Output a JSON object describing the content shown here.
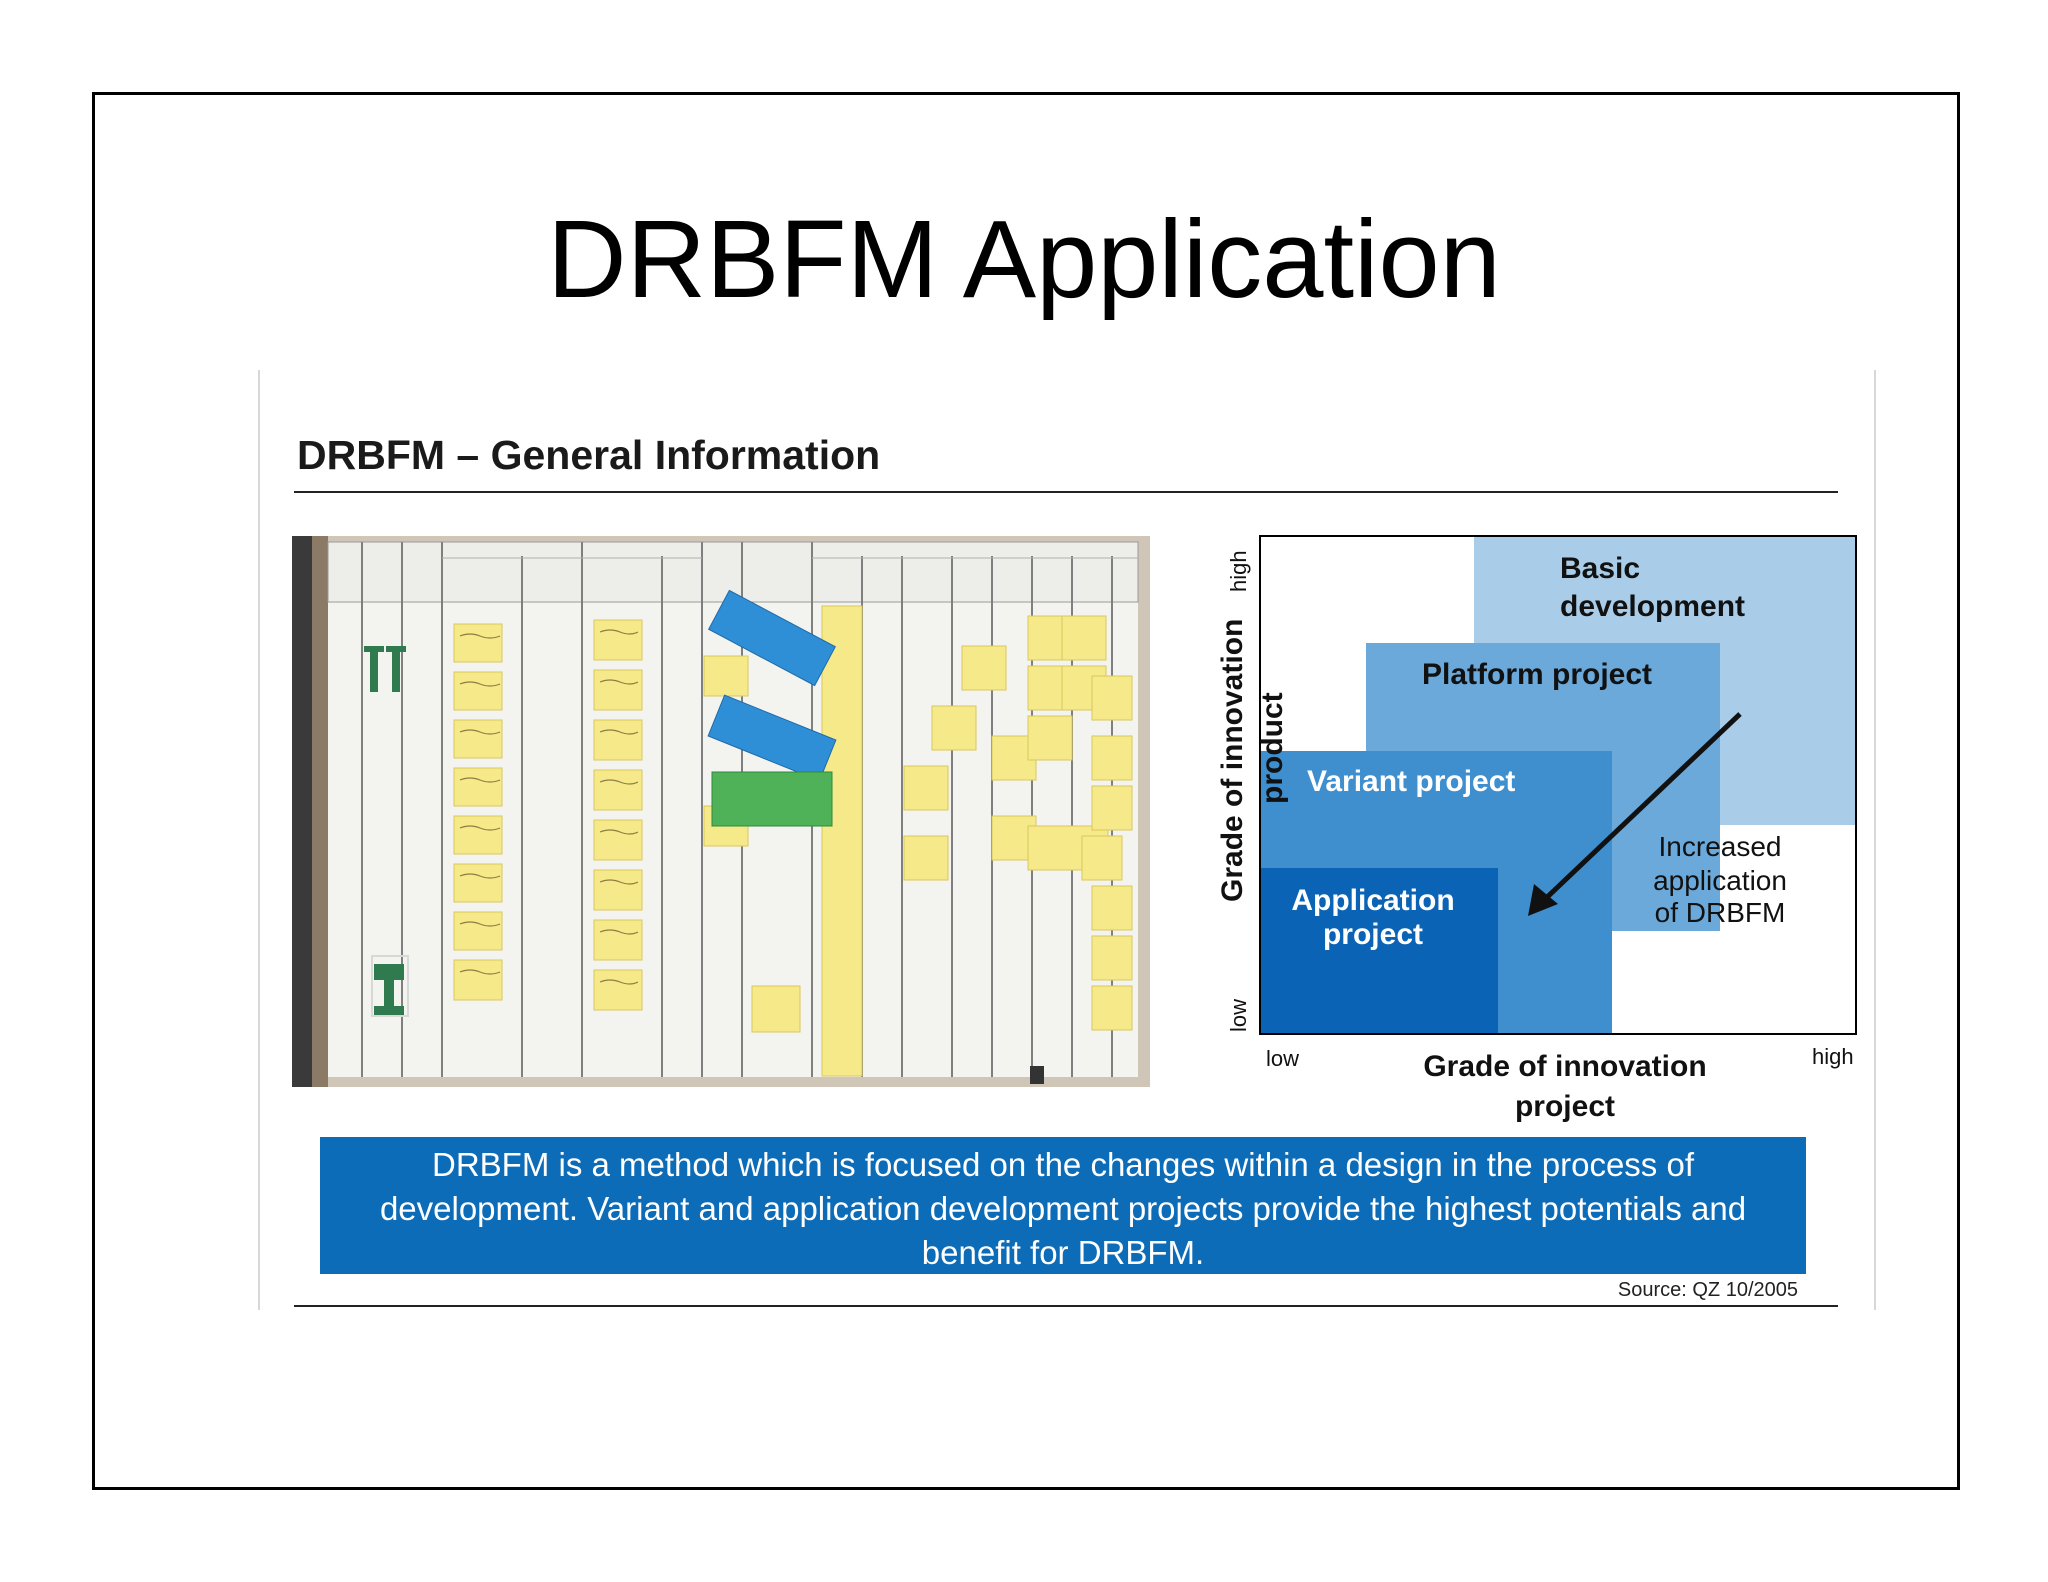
{
  "slide": {
    "title": "DRBFM Application"
  },
  "panel": {
    "heading": "DRBFM – General Information",
    "callout": "DRBFM is a method which is focused on the changes within a design in the process of development. Variant and application development projects provide the highest potentials and benefit for DRBFM.",
    "source": "Source: QZ 10/2005"
  },
  "diagram": {
    "y_axis_label_line1": "Grade of innovation",
    "y_axis_label_line2": "product",
    "y_high": "high",
    "y_low": "low",
    "x_axis_label_line1": "Grade of innovation",
    "x_axis_label_line2": "project",
    "x_low": "low",
    "x_high": "high",
    "box_basic_line1": "Basic",
    "box_basic_line2": "development",
    "box_platform": "Platform project",
    "box_variant": "Variant project",
    "box_application_line1": "Application",
    "box_application_line2": "project",
    "arrow_label_line1": "Increased",
    "arrow_label_line2": "application",
    "arrow_label_line3": "of DRBFM",
    "colors": {
      "basic": "#a9cde9",
      "platform": "#6aa9da",
      "variant": "#3f8fcf",
      "application": "#0a63b4"
    }
  },
  "photo": {
    "description_icon": "whiteboard-photo"
  }
}
